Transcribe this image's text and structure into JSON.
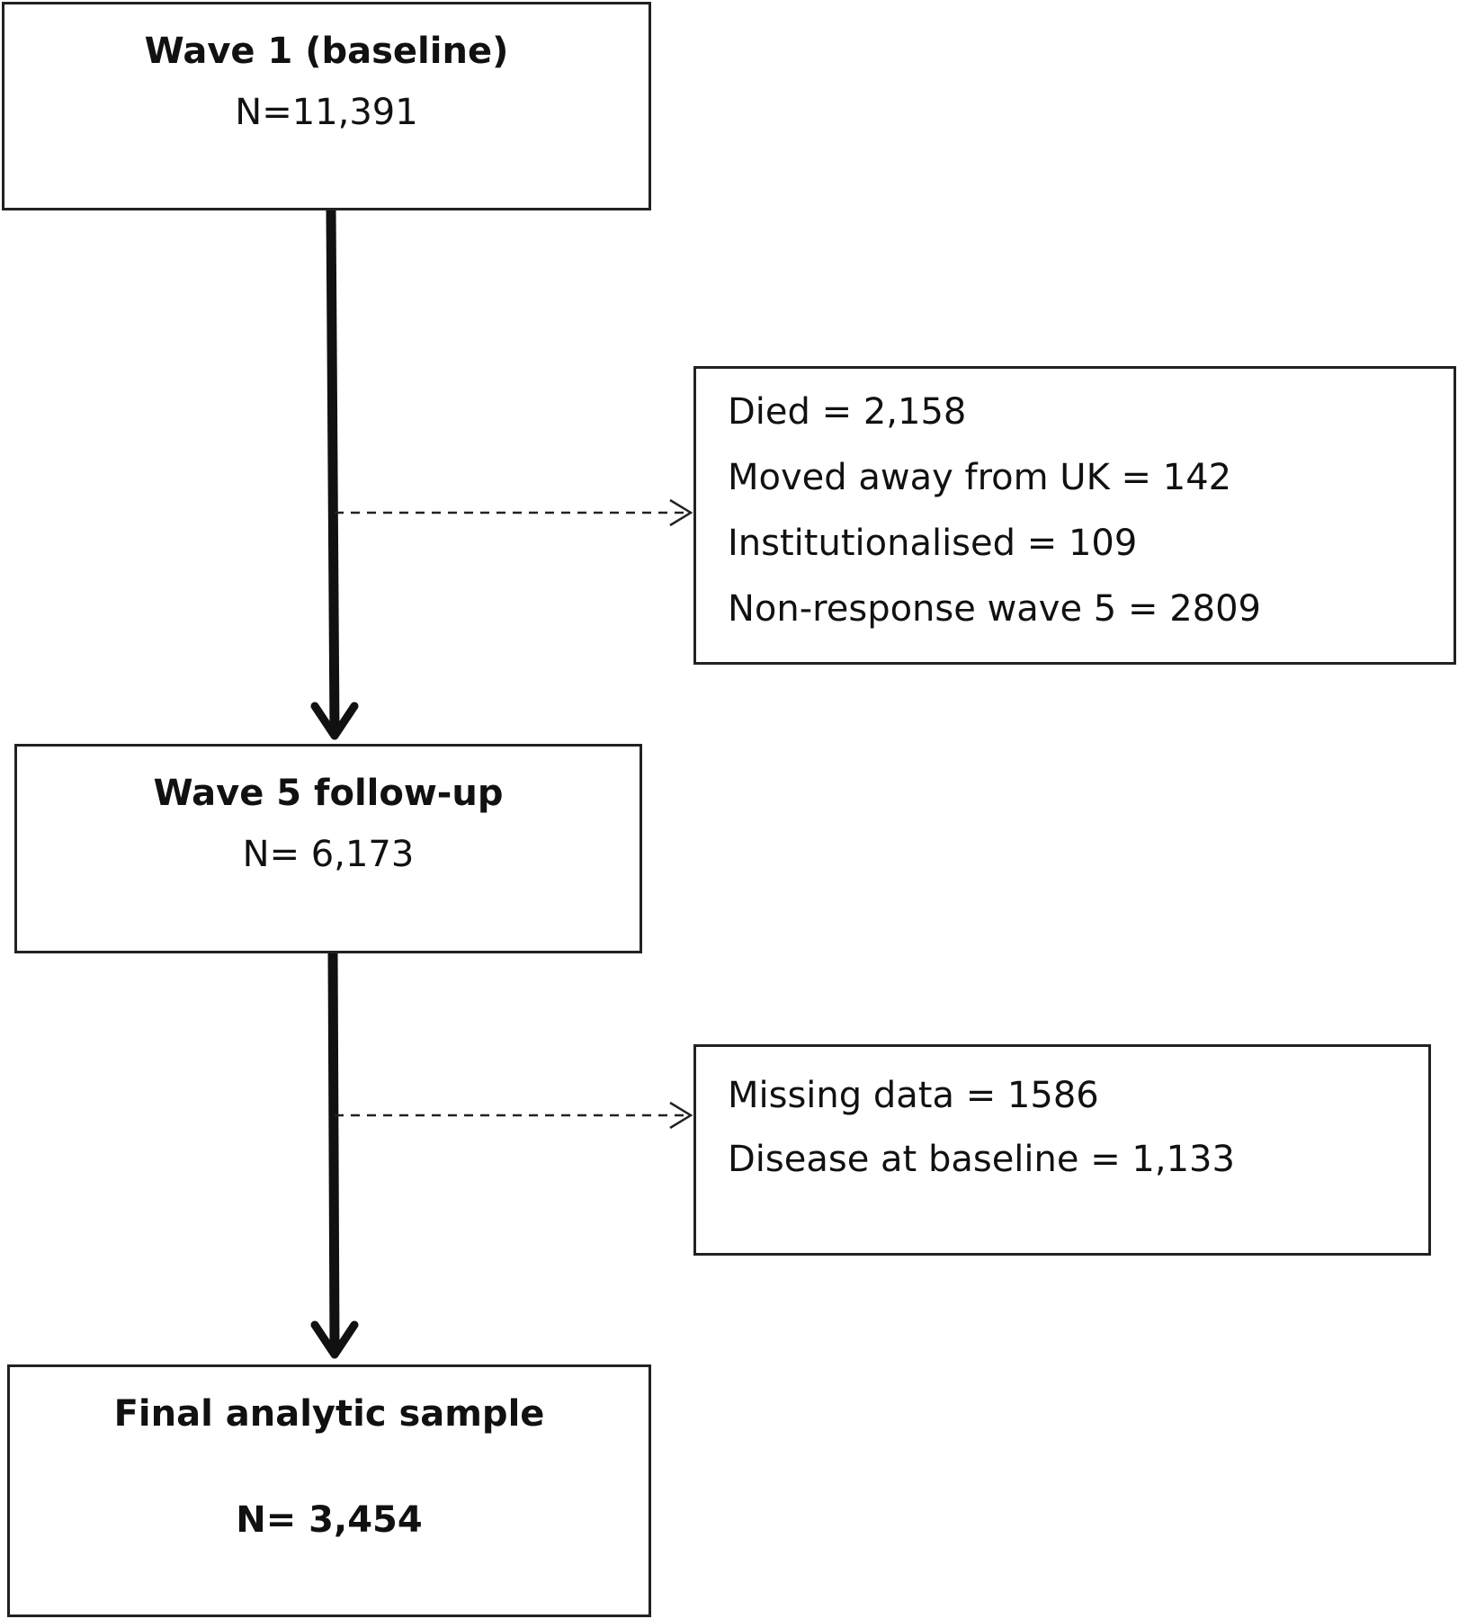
{
  "boxes": {
    "wave1": {
      "title": "Wave 1 (baseline)",
      "n": "N=11,391"
    },
    "exclusions1": [
      "Died = 2,158",
      "Moved away from UK = 142",
      "Institutionalised  = 109",
      "Non-response  wave 5 = 2809"
    ],
    "wave5": {
      "title": "Wave 5 follow-up",
      "n": "N= 6,173"
    },
    "exclusions2": [
      "Missing data = 1586",
      "Disease at baseline = 1,133"
    ],
    "final": {
      "title": "Final analytic sample",
      "n": "N= 3,454"
    }
  }
}
